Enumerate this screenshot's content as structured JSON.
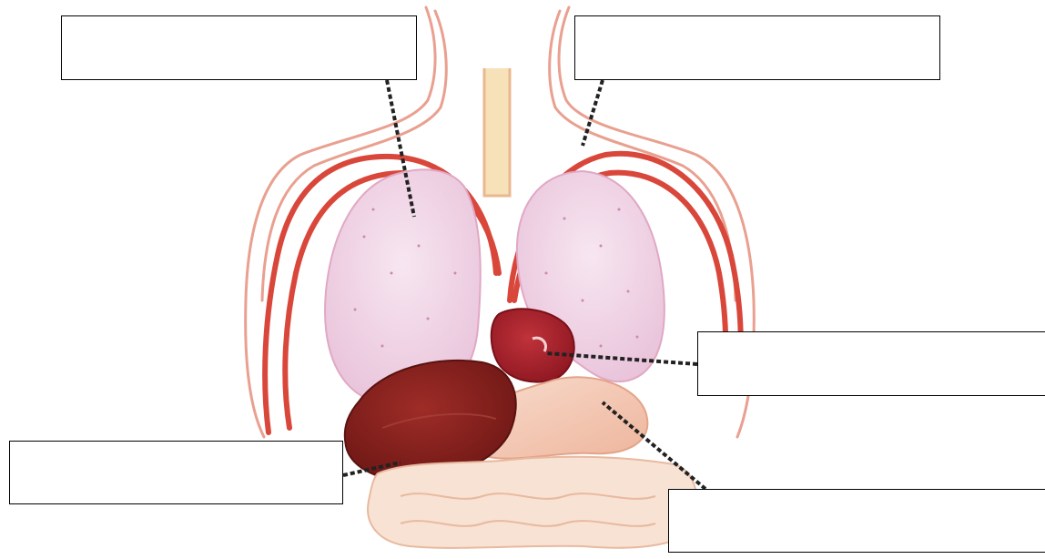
{
  "diagram": {
    "labels": [
      {
        "id": "label-top-left",
        "text": ""
      },
      {
        "id": "label-top-right",
        "text": ""
      },
      {
        "id": "label-middle-right",
        "text": ""
      },
      {
        "id": "label-bottom-left",
        "text": ""
      },
      {
        "id": "label-bottom-right",
        "text": ""
      }
    ]
  },
  "colors": {
    "skin_outline": "#e89a8a",
    "vessel": "#d9473b",
    "lung_fill": "#f2d8ea",
    "heart": "#a3202a",
    "liver": "#7e1e1c",
    "stomach": "#f4c9b4",
    "intestine": "#f6dccb",
    "leader_line": "#222222"
  }
}
